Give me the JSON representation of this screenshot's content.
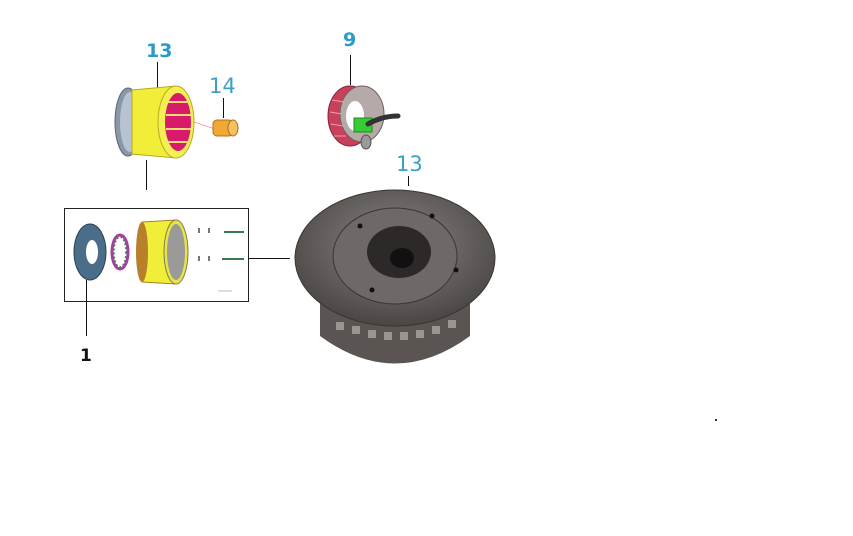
{
  "diagram": {
    "type": "exploded parts diagram",
    "callouts": [
      {
        "id": "c13-top",
        "label": "13",
        "color": "#2a9ac8"
      },
      {
        "id": "c14",
        "label": "14",
        "color": "#2a9ac8"
      },
      {
        "id": "c9",
        "label": "9",
        "color": "#2a9ac8"
      },
      {
        "id": "c13-photo",
        "label": "13",
        "color": "#3aa0c8"
      },
      {
        "id": "c1",
        "label": "1",
        "color": "#111111"
      }
    ],
    "parts": [
      {
        "name": "rotor-flywheel-assembly",
        "callout": "13"
      },
      {
        "name": "bushing",
        "callout": "14"
      },
      {
        "name": "stator",
        "callout": "9"
      },
      {
        "name": "rotor-photo",
        "callout": "13"
      },
      {
        "name": "starter-clutch-kit",
        "callout": "1"
      }
    ]
  }
}
